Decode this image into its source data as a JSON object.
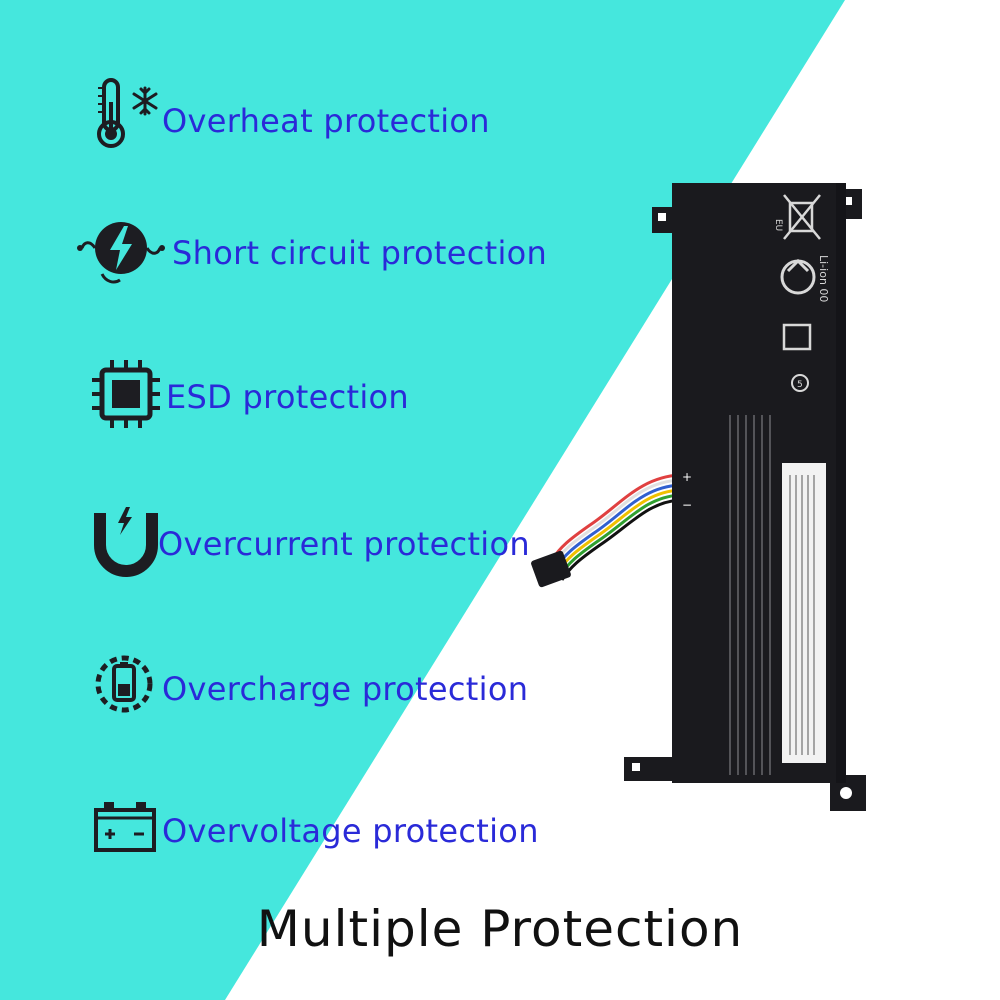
{
  "colors": {
    "background_left": "#45e7dd",
    "background_right": "#ffffff",
    "label_text": "#2a2ad8",
    "icon_dark": "#1d1d22",
    "battery_body": "#1a1a1e"
  },
  "features": [
    {
      "icon": "thermometer-snowflake-icon",
      "label": "Overheat protection"
    },
    {
      "icon": "short-circuit-bolt-icon",
      "label": "Short circuit protection"
    },
    {
      "icon": "chip-icon",
      "label": "ESD protection"
    },
    {
      "icon": "magnet-bolt-icon",
      "label": "Overcurrent protection"
    },
    {
      "icon": "battery-charge-cycle-icon",
      "label": "Overcharge protection"
    },
    {
      "icon": "car-battery-icon",
      "label": "Overvoltage protection"
    }
  ],
  "title": "Multiple Protection",
  "battery": {
    "eu_mark": "EU",
    "chemistry_label": "Li-ion 00",
    "terminal_plus": "+",
    "terminal_minus": "−",
    "cert_number": "5"
  }
}
